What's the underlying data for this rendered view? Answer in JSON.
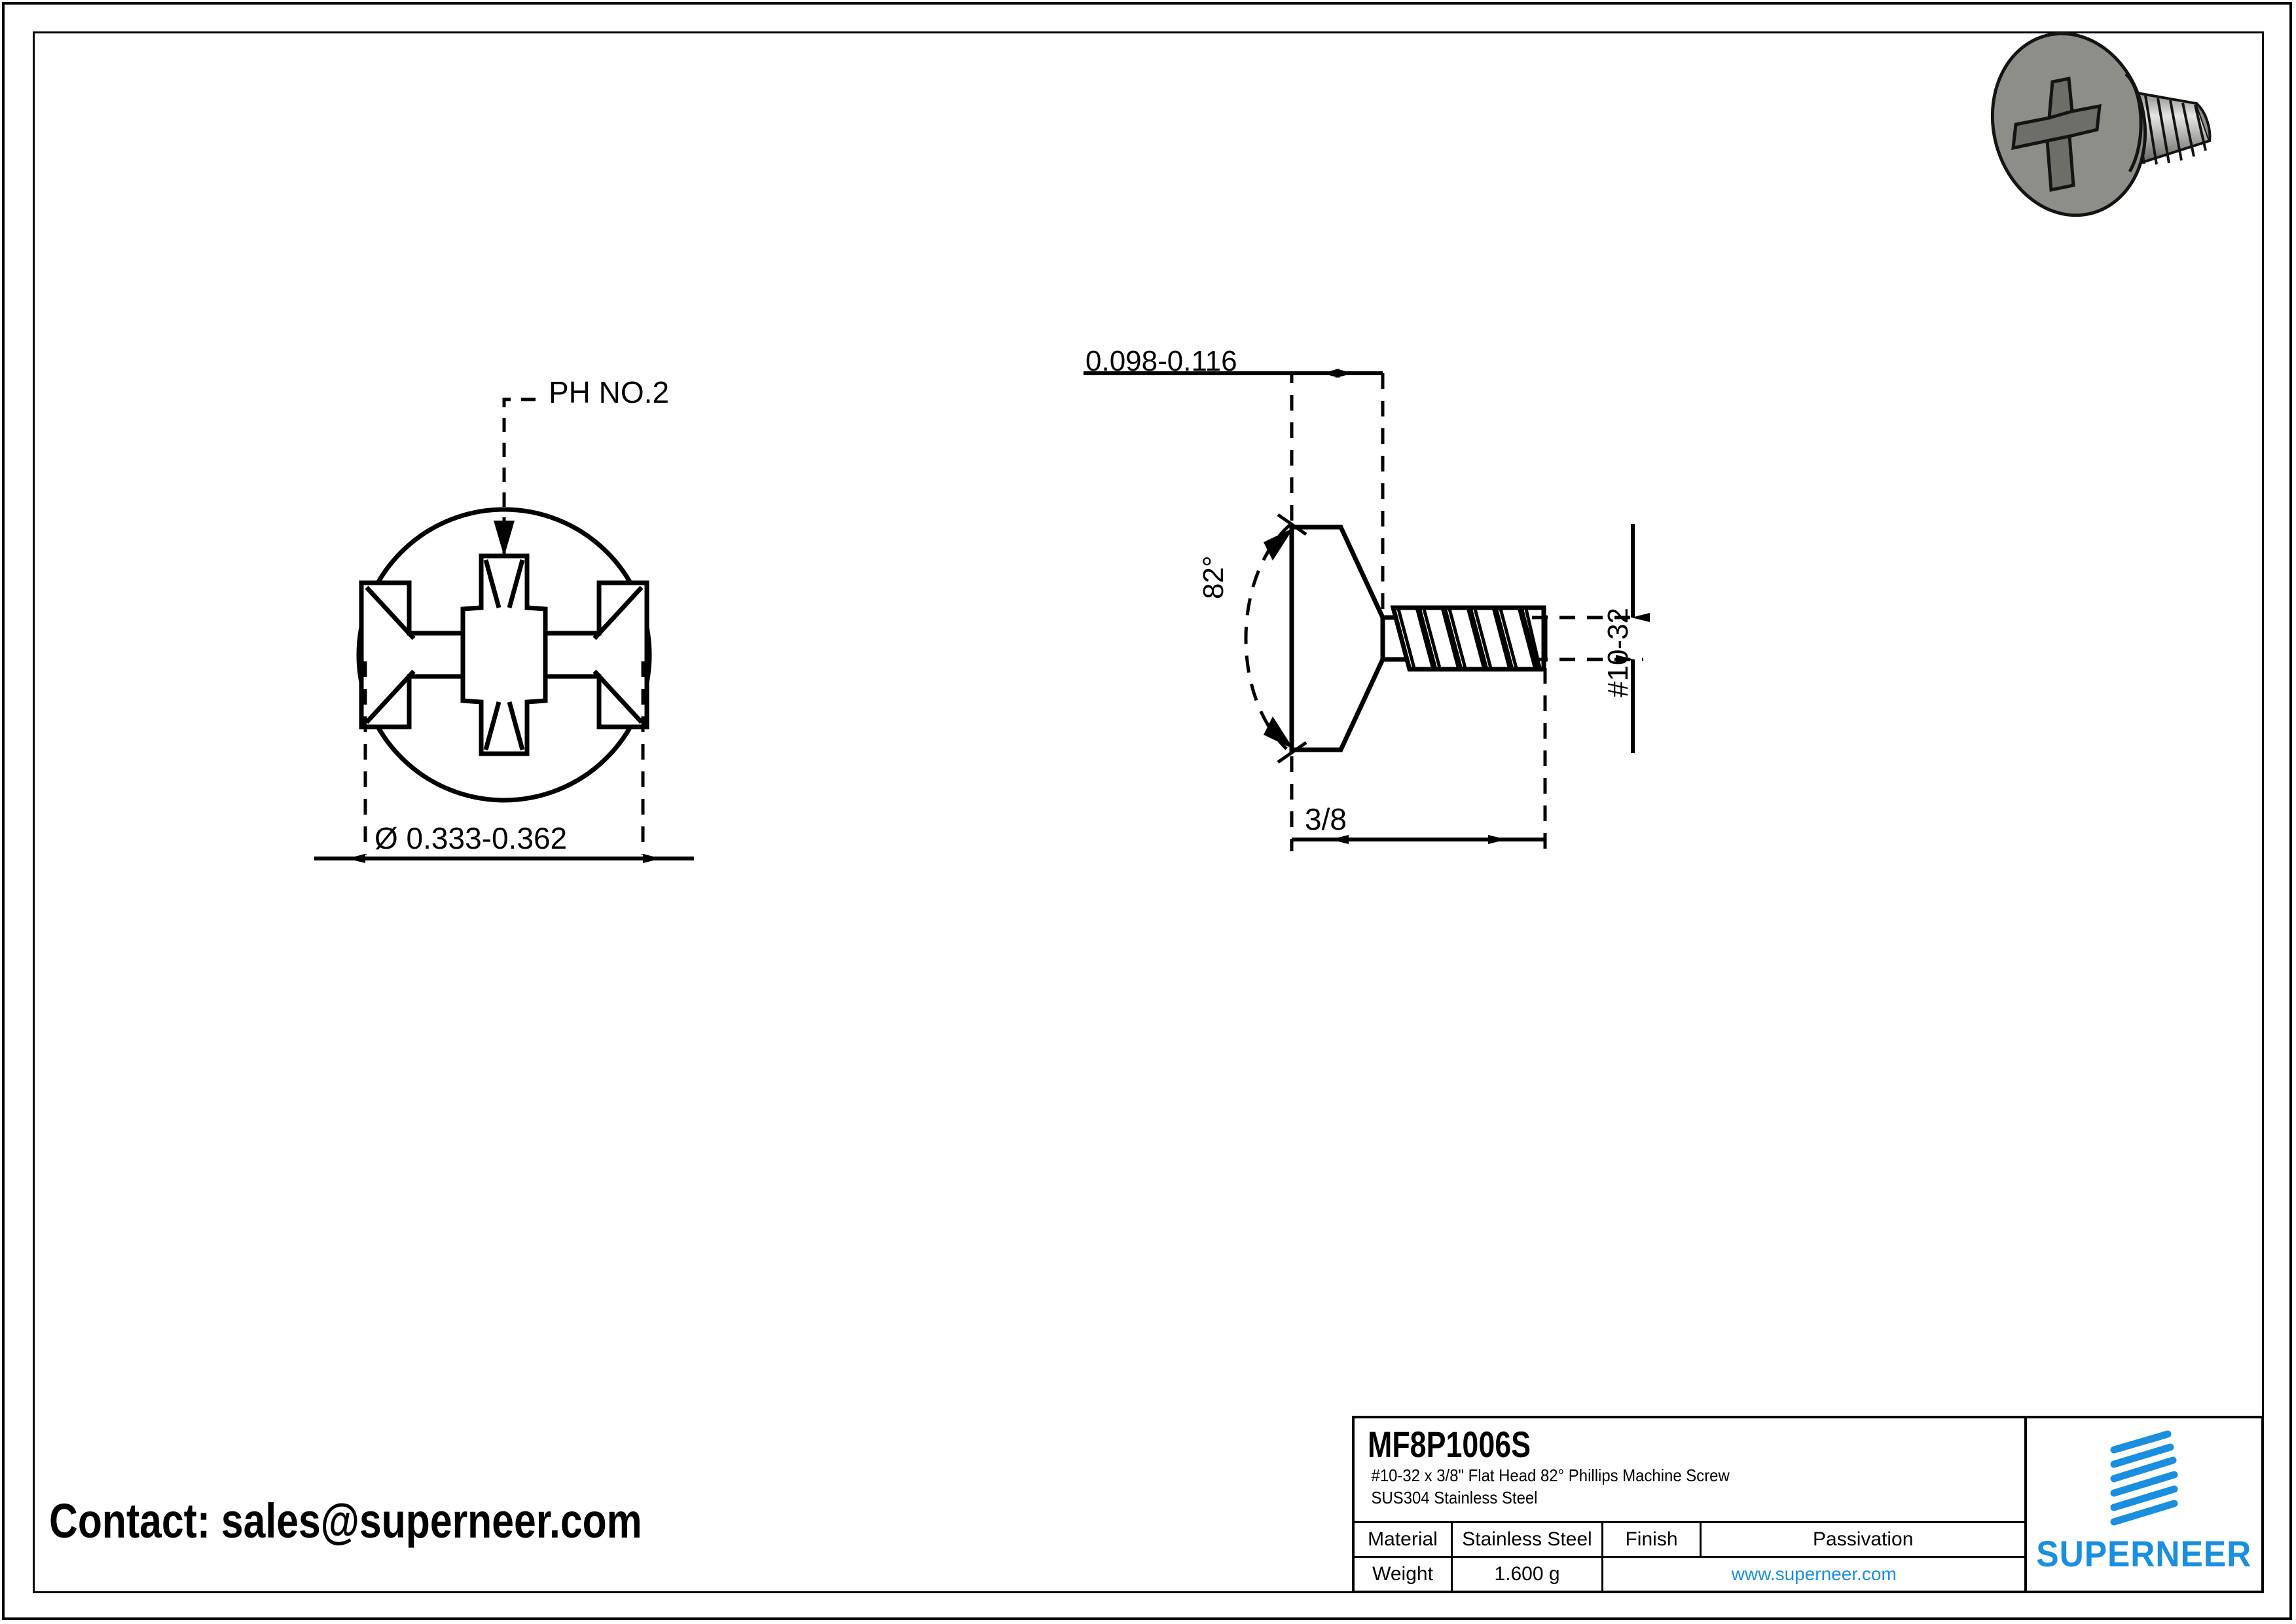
{
  "document": {
    "type": "engineering-drawing",
    "sheet_background": "#ffffff",
    "line_color": "#000000",
    "accent_color": "#1a8fe0"
  },
  "contact": {
    "text": "Contact: sales@superneer.com"
  },
  "front_view": {
    "name": "top-view-phillips-recess",
    "drive_callout": "PH NO.2",
    "diameter_dimension": "Ø 0.333-0.362"
  },
  "side_view": {
    "name": "side-profile-view",
    "head_height_dimension": "0.098-0.116",
    "head_angle_dimension": "82°",
    "thread_callout": "#10-32",
    "length_dimension": "3/8"
  },
  "title_block": {
    "part_number": "MF8P1006S",
    "description_line1": "#10-32 x 3/8\" Flat Head 82° Phillips Machine Screw",
    "description_line2": "SUS304 Stainless Steel",
    "material_label": "Material",
    "material_value": "Stainless Steel",
    "finish_label": "Finish",
    "finish_value": "Passivation",
    "weight_label": "Weight",
    "weight_value": "1.600 g",
    "website": "www.superneer.com",
    "brand_name": "SUPERNEER",
    "brand_color": "#1a8fe0"
  }
}
